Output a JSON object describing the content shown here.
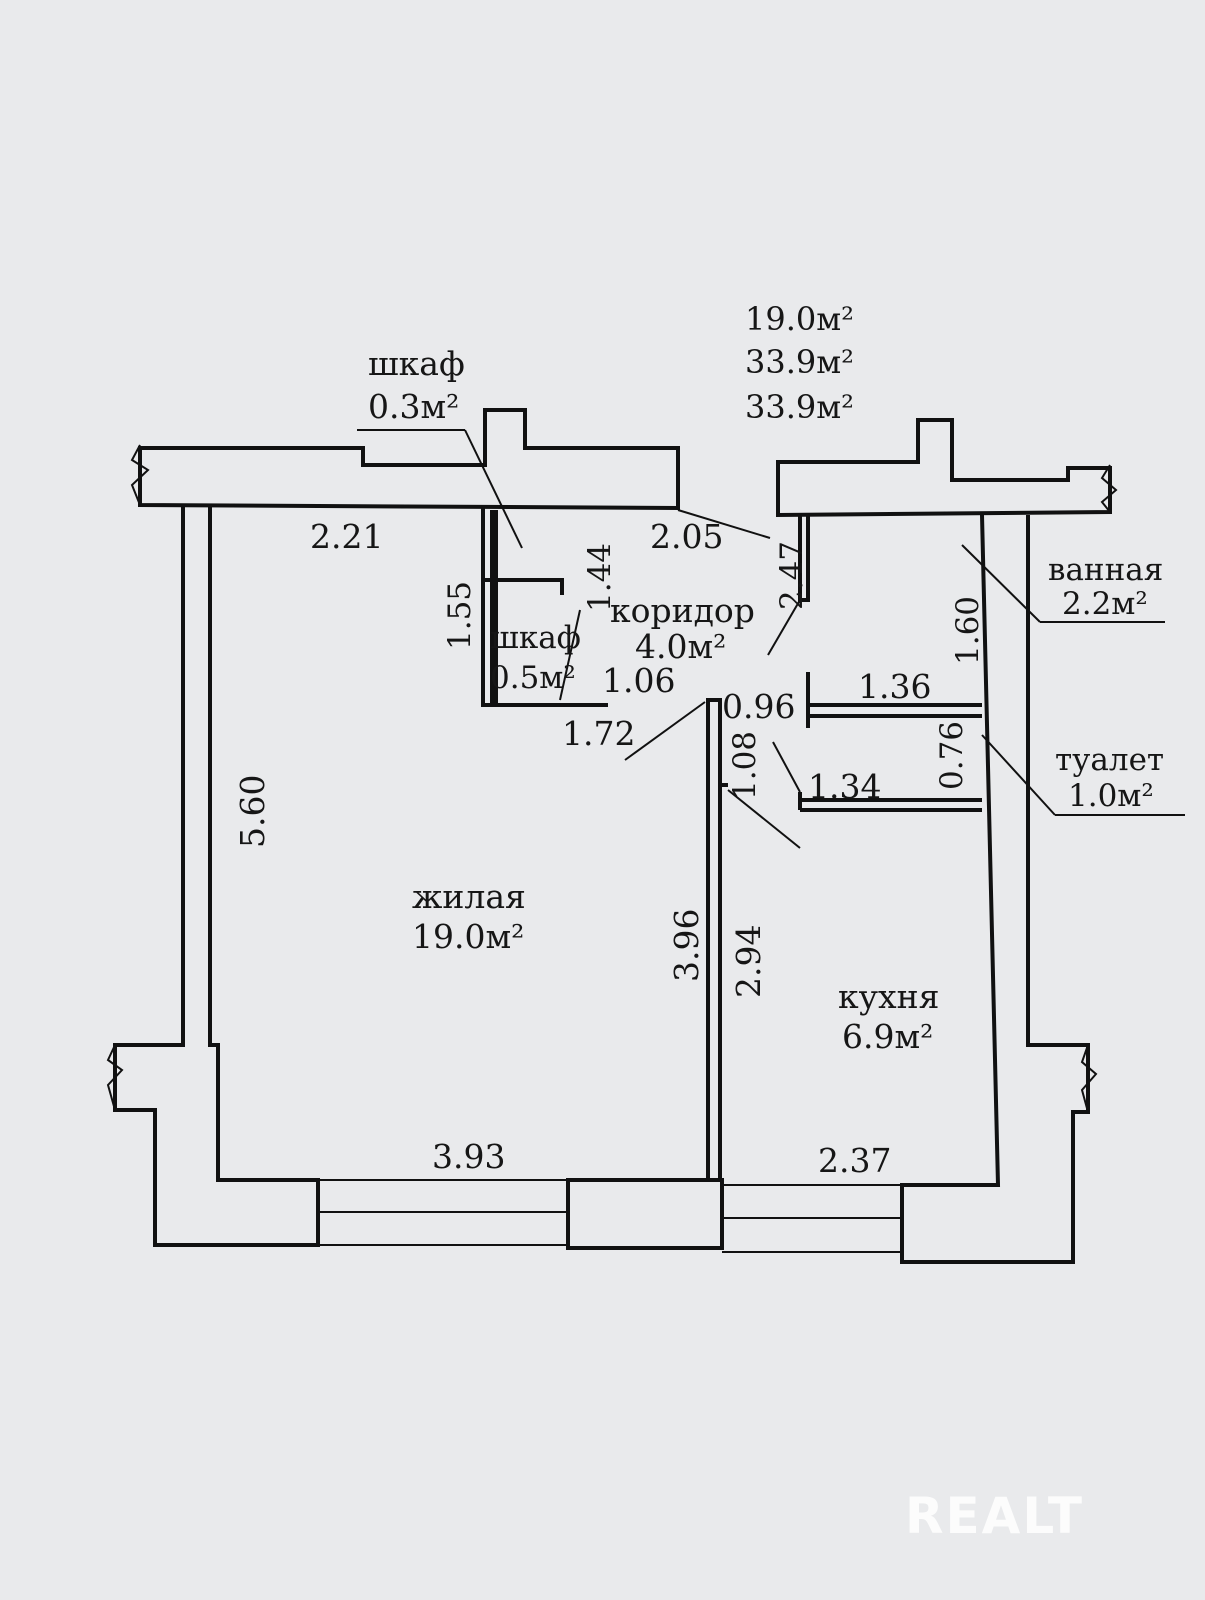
{
  "totals": [
    "19.0м²",
    "33.9м²",
    "33.9м²"
  ],
  "rooms": {
    "closet_top": {
      "name": "шкаф",
      "area": "0.3м²"
    },
    "closet_small": {
      "name": "шкаф",
      "area": "0.5м²"
    },
    "corridor": {
      "name": "коридор",
      "area": "4.0м²"
    },
    "bathroom": {
      "name": "ванная",
      "area": "2.2м²"
    },
    "toilet": {
      "name": "туалет",
      "area": "1.0м²"
    },
    "living": {
      "name": "жилая",
      "area": "19.0м²"
    },
    "kitchen": {
      "name": "кухня",
      "area": "6.9м²"
    }
  },
  "dimensions": {
    "d_2_21": "2.21",
    "d_1_44": "1.44",
    "d_2_05": "2.05",
    "d_2_47": "2.47",
    "d_1_60": "1.60",
    "d_1_55": "1.55",
    "d_1_06": "1.06",
    "d_1_72": "1.72",
    "d_0_96": "0.96",
    "d_1_36": "1.36",
    "d_0_76": "0.76",
    "d_1_08": "1.08",
    "d_1_34": "1.34",
    "d_5_60": "5.60",
    "d_3_96": "3.96",
    "d_2_94": "2.94",
    "d_3_93": "3.93",
    "d_2_37": "2.37"
  },
  "watermark": "REALT"
}
